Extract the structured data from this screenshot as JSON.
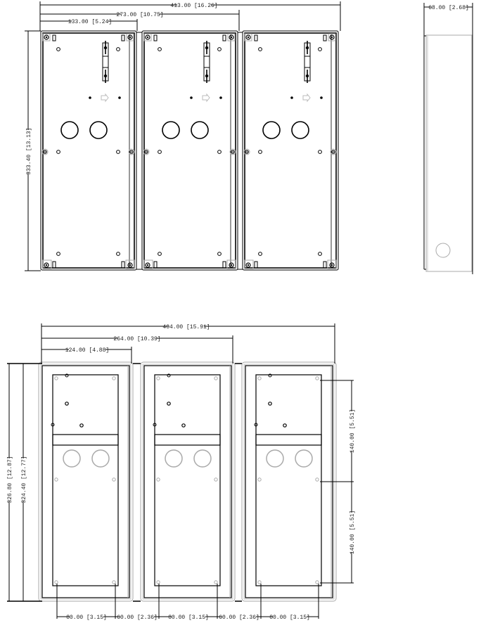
{
  "drawing": {
    "title": "3-module surface mount box dimension drawing",
    "units": "mm [in]",
    "colors": {
      "line": "#000000",
      "hidden_line": "#aaaaaa",
      "background": "#ffffff",
      "arrow": "#bbbbbb"
    }
  },
  "top_view": {
    "width_dims": [
      {
        "id": "w1",
        "label": "133.00 [5.24]"
      },
      {
        "id": "w2",
        "label": "273.00 [10.75]"
      },
      {
        "id": "w3",
        "label": "413.00 [16.26]"
      }
    ],
    "height_dim": {
      "label": "333.40 [13.13]"
    },
    "modules": [
      {
        "name": "module-1"
      },
      {
        "name": "module-2"
      },
      {
        "name": "module-3"
      }
    ]
  },
  "side_view": {
    "depth_dim": {
      "label": "68.00 [2.68]"
    }
  },
  "bottom_view": {
    "width_dims": [
      {
        "id": "b1",
        "label": "124.00 [4.88]"
      },
      {
        "id": "b2",
        "label": "264.00 [10.39]"
      },
      {
        "id": "b3",
        "label": "404.00 [15.91]"
      }
    ],
    "height_dims": [
      {
        "id": "h_outer",
        "label": "326.80 [12.87]"
      },
      {
        "id": "h_inner",
        "label": "324.40 [12.77]"
      }
    ],
    "hole_spacing_vertical": [
      {
        "id": "v1",
        "label": "140.00 [5.51]"
      },
      {
        "id": "v2",
        "label": "140.00 [5.51]"
      }
    ],
    "hole_spacing_horizontal": [
      {
        "id": "s1",
        "label": "80.00 [3.15]"
      },
      {
        "id": "s2",
        "label": "60.00 [2.36]"
      },
      {
        "id": "s3",
        "label": "80.00 [3.15]"
      },
      {
        "id": "s4",
        "label": "60.00 [2.36]"
      },
      {
        "id": "s5",
        "label": "80.00 [3.15]"
      }
    ]
  }
}
